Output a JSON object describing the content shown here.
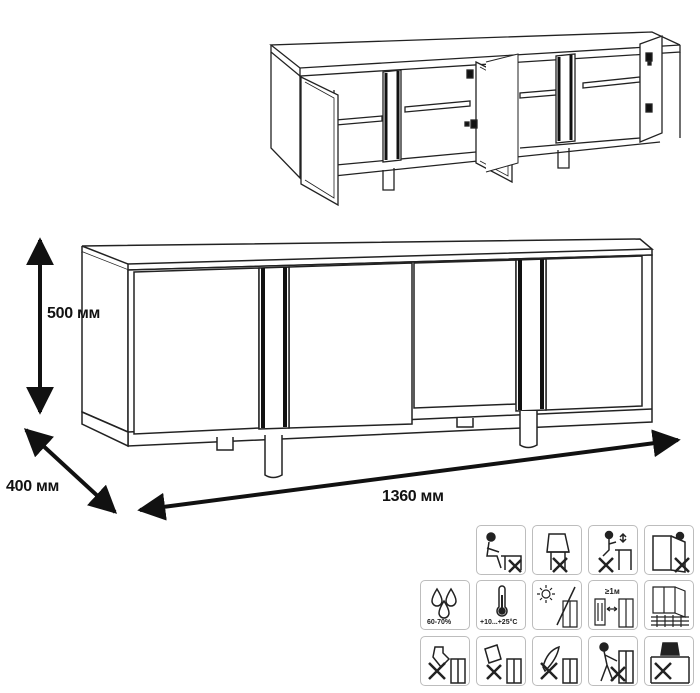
{
  "dimensions": {
    "height": "500 мм",
    "depth": "400 мм",
    "width": "1360 мм"
  },
  "care_icons": {
    "humidity": "60-70%",
    "temperature": "+10...+25°C",
    "distance": "≥1м"
  }
}
